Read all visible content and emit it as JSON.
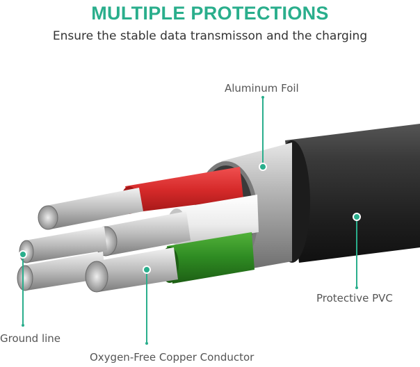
{
  "header": {
    "title": "MULTIPLE PROTECTIONS",
    "subtitle": "Ensure the stable data transmisson and the charging"
  },
  "callouts": {
    "aluminum_foil": "Aluminum Foil",
    "protective_pvc": "Protective PVC",
    "ground_line": "Ground line",
    "copper_conductor": "Oxygen-Free Copper Conductor"
  },
  "colors": {
    "accent": "#2aae8c",
    "jacket": "#2b2b2b",
    "foil": "#b9b9b9",
    "wire_red": "#d62a2a",
    "wire_white": "#eeeeee",
    "wire_green": "#2e8a22",
    "strands": "#c9c9c9"
  }
}
